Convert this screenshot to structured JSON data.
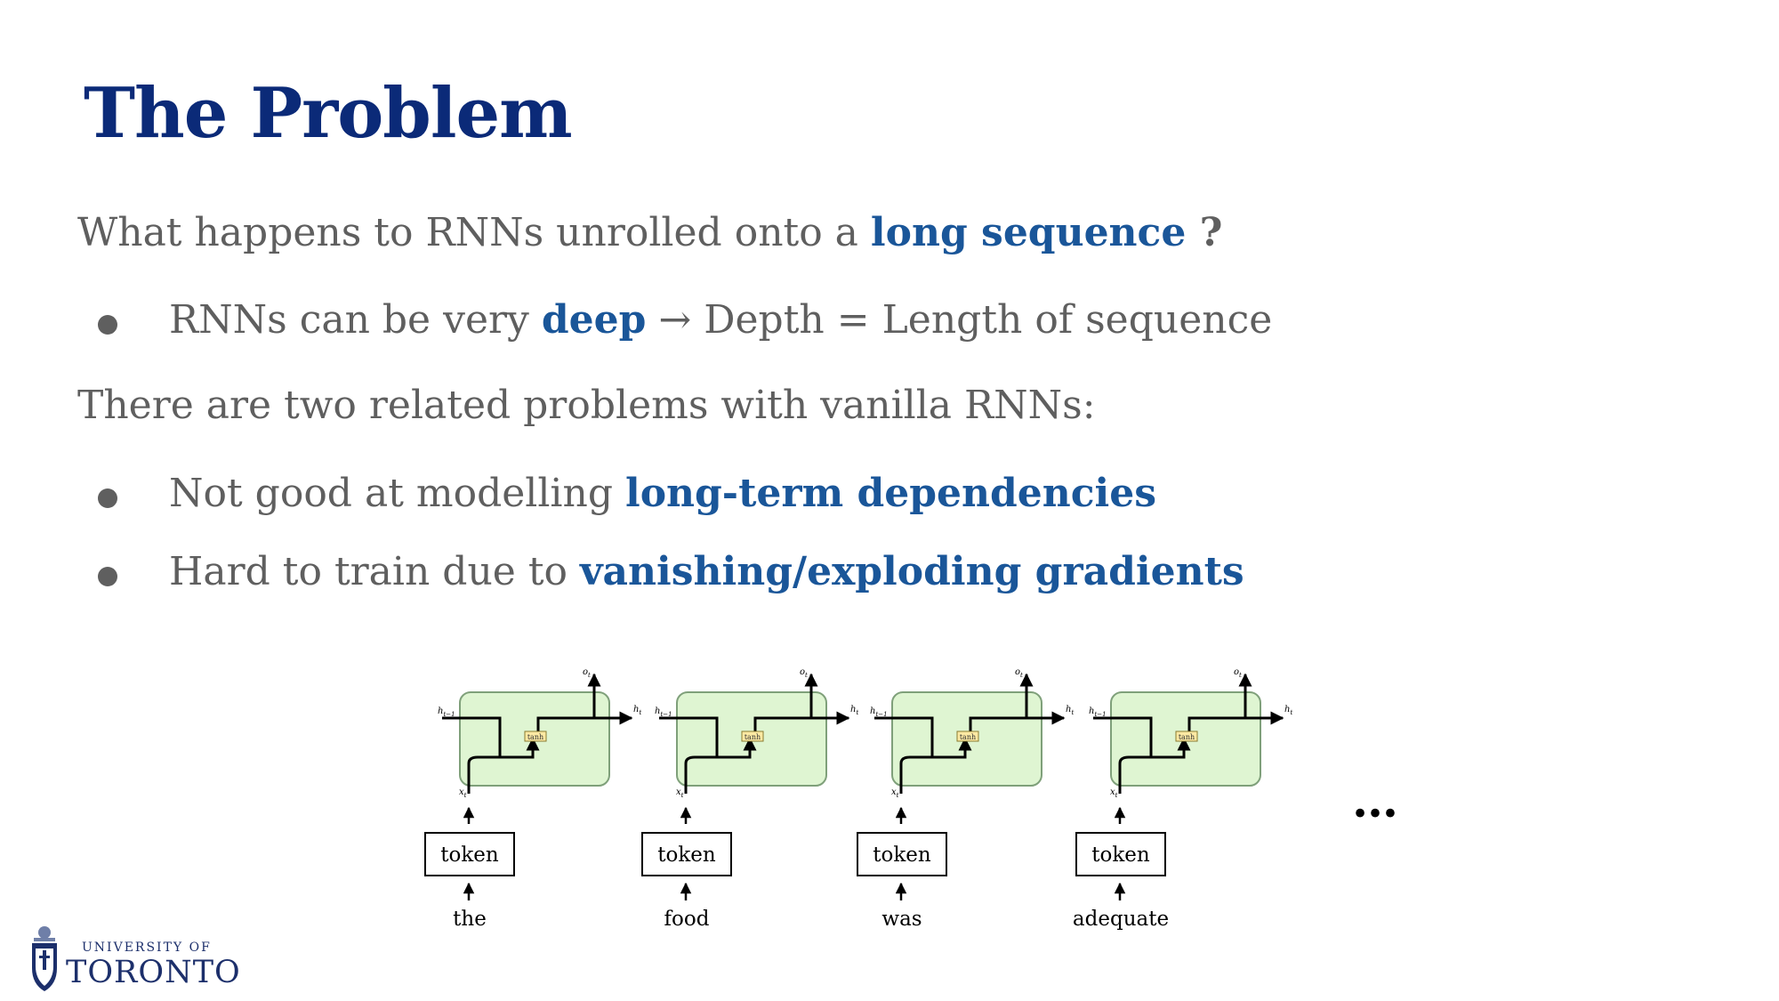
{
  "slide": {
    "title": "The Problem",
    "q_text": "What happens to RNNs unrolled onto a ",
    "q_highlight": "long sequence",
    "q_end": " ?",
    "b1_text": "RNNs can be very ",
    "b1_highlight": "deep",
    "b1_end": " → Depth = Length of sequence",
    "p2": "There are two related problems with vanilla RNNs:",
    "b2_text": "Not good at modelling ",
    "b2_highlight": "long-term dependencies",
    "b3_text": "Hard to train due to ",
    "b3_highlight": "vanishing/exploding gradients"
  },
  "diagram": {
    "cells": [
      {
        "token": "token",
        "word": "the"
      },
      {
        "token": "token",
        "word": "food"
      },
      {
        "token": "token",
        "word": "was"
      },
      {
        "token": "token",
        "word": "adequate"
      }
    ],
    "tanh": "tanh",
    "h_prev": "h",
    "h_prev_sub": "t−1",
    "h_out": "h",
    "h_out_sub": "t",
    "o_out": "o",
    "o_sub": "t",
    "x_in": "x",
    "x_sub": "t",
    "ellipsis": "…",
    "colors": {
      "cell_fill": "#dff5d2",
      "cell_stroke": "#7fa07a",
      "tanh_fill": "#fce9a3"
    }
  },
  "logo": {
    "top": "UNIVERSITY OF",
    "main": "TORONTO"
  }
}
